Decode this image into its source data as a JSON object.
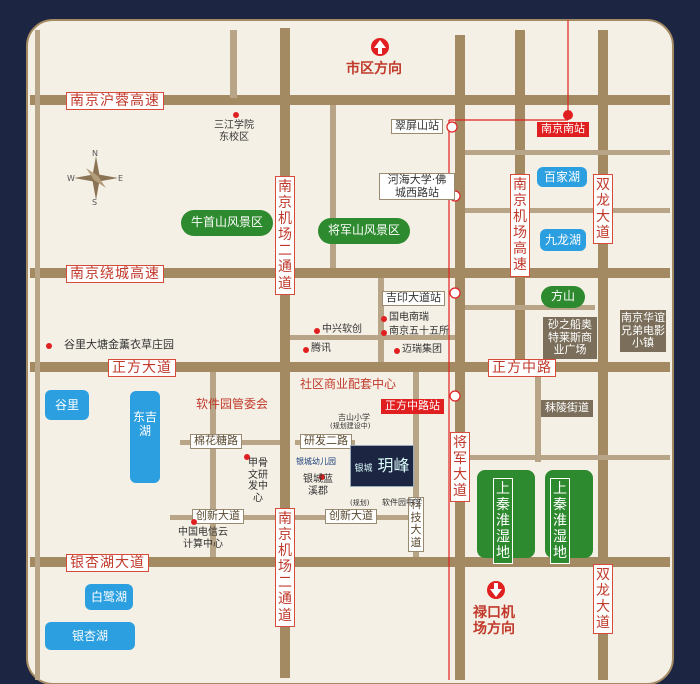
{
  "roads": {
    "main_h": [
      "南京沪蓉高速",
      "南京绕城高速",
      "正方大道",
      "正方中路",
      "银杏湖大道"
    ],
    "main_v": [
      "南京机场二通道",
      "南京机场二通道",
      "南京机场高速",
      "双龙大道",
      "双龙大道",
      "将军大道"
    ],
    "minor": [
      "棉花糖路",
      "研发二路",
      "创新大道",
      "创新大道",
      "科技大道"
    ]
  },
  "directions": {
    "city": "市区方向",
    "airport": "禄口机场方向"
  },
  "stations": {
    "cuiping": "翠屏山站",
    "hehai": "河海大学·佛城西路站",
    "jiyin": "吉印大道站",
    "zhengfang": "正方中路站",
    "nanjing_south": "南京南站"
  },
  "scenic": {
    "niushou": "牛首山风景区",
    "jiangjun": "将军山风景区",
    "fangshan": "方山"
  },
  "lakes": {
    "baijia": "百家湖",
    "jiulong": "九龙湖",
    "guli": "谷里",
    "dongji": "东吉湖",
    "bailu": "白鹭湖",
    "yinxing": "银杏湖"
  },
  "wetland": [
    "上秦淮湿地",
    "上秦淮湿地"
  ],
  "pois": {
    "sanjiang": "三江学院东校区",
    "guli_park": "谷里大塘金薰衣草庄园",
    "zhongxing": "中兴软创",
    "tengxun": "腾讯",
    "guodian": "国电南瑞",
    "nanjing55": "南京五十五所",
    "mairui": "迈瑞集团",
    "shequ": "社区商业配套中心",
    "ruanjian": "软件园管委会",
    "jiagu": "甲骨文研发中心",
    "yincheng": "银城蓝溪郡",
    "yincheng_kid": "银城幼儿园",
    "jishan": "吉山小学",
    "jishan_sub": "(规划建设中)",
    "ruanjian_school": "软件园中学",
    "ruanjian_school_sub": "(规划)",
    "dianxin": "中国电信云计算中心",
    "shazhichuan": "砂之船奥特莱斯商业广场",
    "moling": "秣陵街道",
    "huayi": "南京华谊兄弟电影小镇"
  },
  "project": {
    "name": "玥峰",
    "brand": "银城"
  },
  "compass": {
    "n": "N",
    "s": "S",
    "w": "W",
    "e": "E"
  },
  "colors": {
    "road": "#a48a63",
    "road_red": "#d64b3a",
    "bg": "#f5f0e6",
    "frame": "#1c2541",
    "scenic": "#2e8a2e",
    "lake": "#2b9fe0",
    "rail": "#e02020"
  }
}
